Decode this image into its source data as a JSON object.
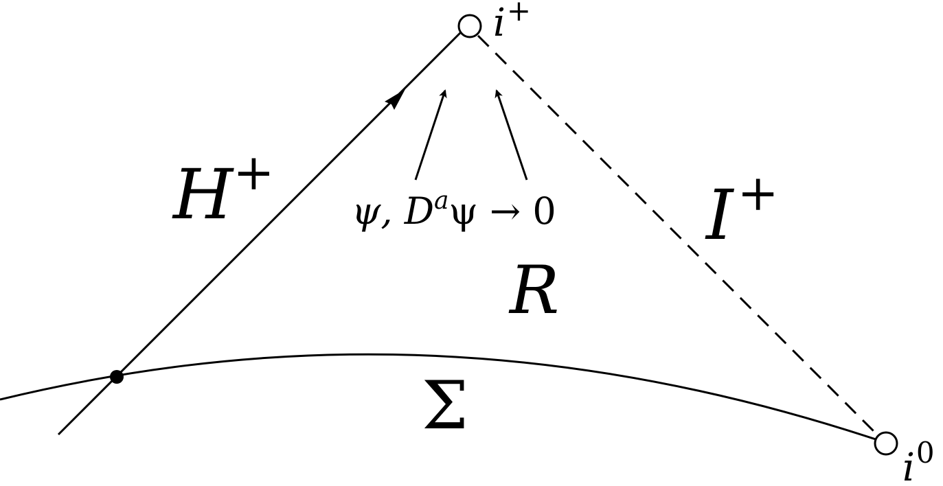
{
  "labels": {
    "horizon_script": "H",
    "horizon_sup": "+",
    "scri_script": "I",
    "scri_sup": "+",
    "region_script": "R",
    "surface_sigma": "Σ",
    "timelike_infinity_base": "i",
    "timelike_infinity_sup": "+",
    "spatial_infinity_base": "i",
    "spatial_infinity_sup": "0",
    "decay_psi": "ψ, ",
    "decay_D": "D",
    "decay_a": "a",
    "decay_rest": "ψ → 0"
  },
  "colors": {
    "stroke": "#000000",
    "background": "#ffffff"
  }
}
